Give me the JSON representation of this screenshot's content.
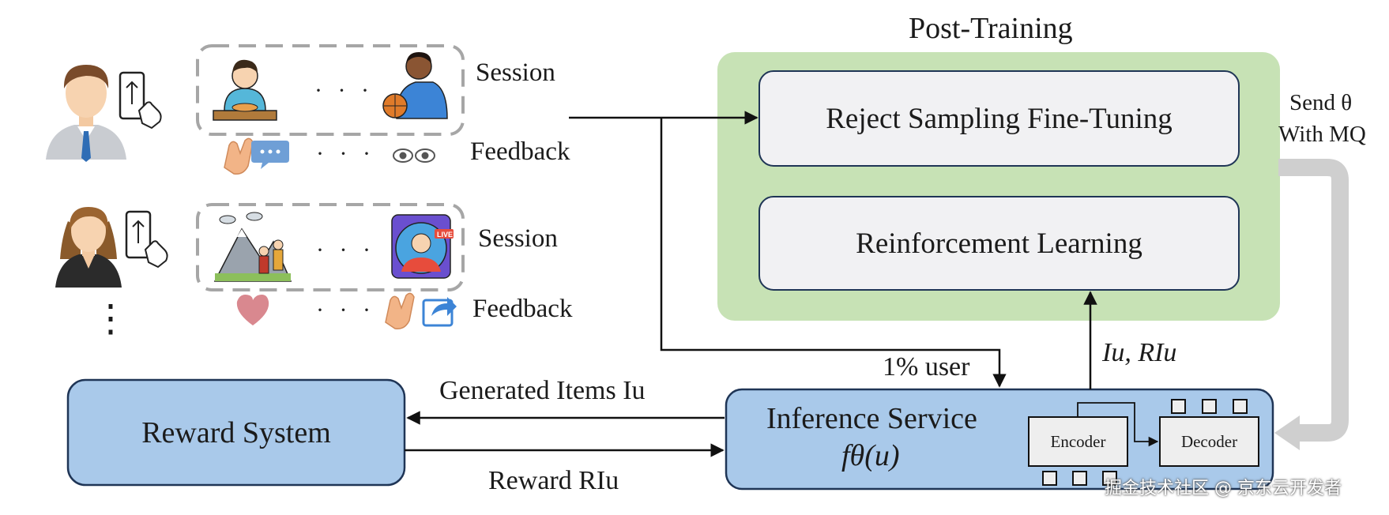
{
  "header": {
    "post_training_title": "Post-Training"
  },
  "post_training": {
    "stage1_label": "Reject Sampling Fine-Tuning",
    "stage2_label": "Reinforcement Learning",
    "send_label_line1": "Send θ",
    "send_label_line2": "With MQ"
  },
  "users": {
    "session_label": "Session",
    "feedback_label": "Feedback",
    "ellipsis": "· · ·",
    "vertical_ellipsis": "⋮"
  },
  "inference": {
    "title": "Inference Service",
    "function_label": "fθ(u)",
    "encoder_label": "Encoder",
    "decoder_label": "Decoder",
    "user_fraction_label": "1% user",
    "items_reward_label": "Iu, RIu"
  },
  "reward_system": {
    "title": "Reward System",
    "generated_items_label": "Generated Items Iu",
    "reward_label": "Reward RIu"
  },
  "watermark": {
    "text": "掘金技术社区 @ 京东云开发者"
  },
  "colors": {
    "post_training_bg": "#c7e2b5",
    "inner_box_fill": "#f1f1f3",
    "blue_box_fill": "#a9c9ea",
    "blue_box_stroke": "#1f3556",
    "gray_arrow": "#cfcfcf",
    "dashed_gray": "#a6a6a6"
  }
}
